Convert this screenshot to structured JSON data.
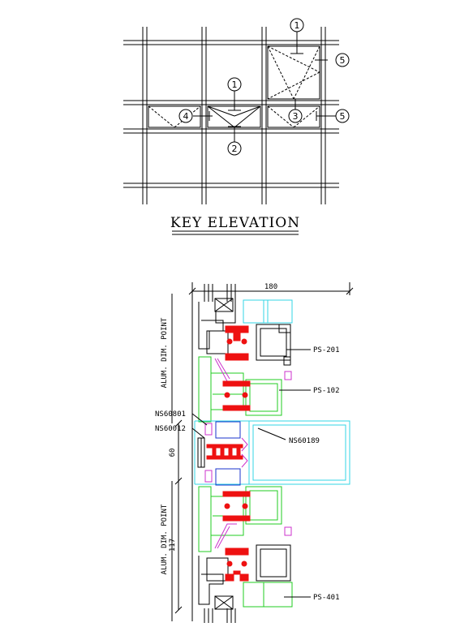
{
  "key_elevation": {
    "title": "KEY ELEVATION",
    "callouts": [
      "1",
      "1",
      "2",
      "3",
      "4",
      "5",
      "5"
    ]
  },
  "section": {
    "width_dim": "180",
    "dim_60": "60",
    "dim_117": "117",
    "zone_label_top": "ALUM. DIM. POINT",
    "zone_label_bottom": "ALUM. DIM. POINT",
    "profiles": {
      "ps201": "PS-201",
      "ps102": "PS-102",
      "ns60801": "NS60801",
      "ns60012": "NS60012",
      "ns60189": "NS60189",
      "ps401": "PS-401"
    }
  },
  "colors": {
    "line": "#000000",
    "transom_green": "#22cc22",
    "glass_cyan": "#33d6e6",
    "gasket_red": "#ee1111",
    "accent_magenta": "#cc33cc",
    "insert_blue": "#1a33cc"
  }
}
